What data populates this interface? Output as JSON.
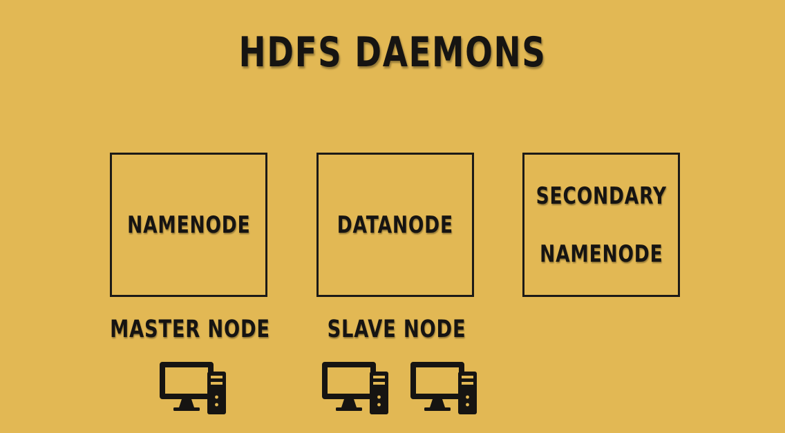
{
  "slide": {
    "title": "HDFS DAEMONS",
    "background_color": "#e2b854",
    "boxes": [
      {
        "lines": [
          "NAMENODE"
        ]
      },
      {
        "lines": [
          "DATANODE"
        ]
      },
      {
        "lines": [
          "SECONDARY",
          "NAMENODE"
        ]
      }
    ],
    "node_labels": {
      "master": "MASTER NODE",
      "slave": "SLAVE NODE"
    },
    "icons": {
      "master": [
        "desktop-computer-icon"
      ],
      "slave": [
        "desktop-computer-icon",
        "desktop-computer-icon"
      ]
    }
  }
}
